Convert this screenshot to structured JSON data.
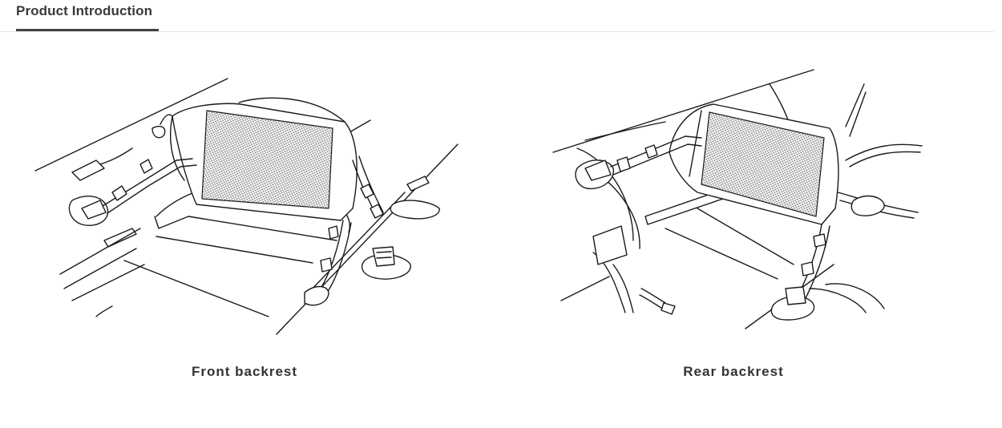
{
  "tabs": {
    "active_label": "Product Introduction"
  },
  "figures": [
    {
      "caption": "Front backrest",
      "icon": "front-backrest-illustration"
    },
    {
      "caption": "Rear backrest",
      "icon": "rear-backrest-illustration"
    }
  ],
  "colors": {
    "tab_underline": "#444444",
    "divider": "#e6e6e6",
    "line_art": "#1a1a1a"
  }
}
